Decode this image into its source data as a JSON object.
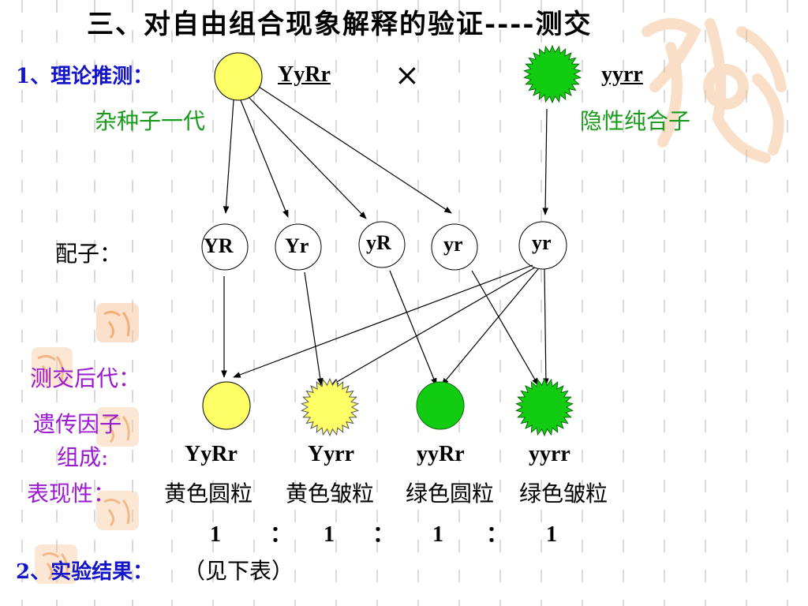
{
  "title": "三、对自由组合现象解释的验证----测交",
  "section1": {
    "label": "1、理论推测：",
    "parent1": {
      "genotype": "YyRr",
      "name": "杂种子一代"
    },
    "cross_symbol": "×",
    "parent2": {
      "genotype": "yyrr",
      "name": "隐性纯合子"
    }
  },
  "gametes": {
    "label": "配子：",
    "items": [
      "YR",
      "Yr",
      "yR",
      "yr"
    ],
    "parent2_item": "yr"
  },
  "offspring": {
    "label": "测交后代：",
    "genotype_label_line1": "遗传因子",
    "genotype_label_line2": "组成:",
    "genotypes": [
      "YyRr",
      "Yyrr",
      "yyRr",
      "yyrr"
    ],
    "phenotype_label": "表现性：",
    "phenotypes": [
      "黄色圆粒",
      "黄色皱粒",
      "绿色圆粒",
      "绿色皱粒"
    ],
    "ratio": [
      "1",
      "：",
      "1",
      "：",
      "1",
      "：",
      "1"
    ]
  },
  "section2": {
    "label": "2、实验结果：",
    "note": "（见下表）"
  },
  "colors": {
    "yellow": "#ffff66",
    "green": "#11cc11",
    "blue_text": "#1414c8",
    "green_text": "#1a9a1a",
    "purple_text": "#9b1ad0"
  }
}
